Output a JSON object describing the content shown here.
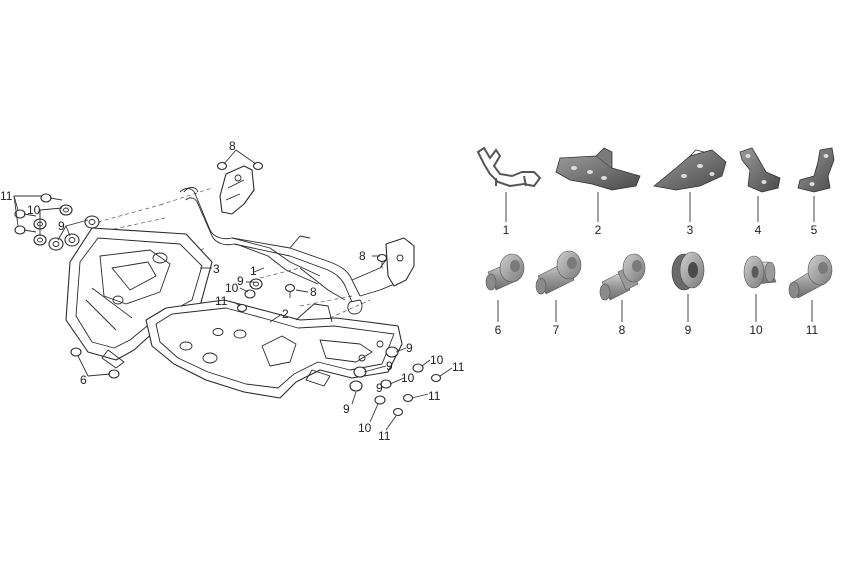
{
  "exploded_view": {
    "callouts": {
      "c8_top": "8",
      "c11_left": "11",
      "c10_left": "10",
      "c9_left": "9",
      "c3": "3",
      "c1": "1",
      "c9_mid": "9",
      "c10_mid": "10",
      "c8_mid": "8",
      "c11_mid": "11",
      "c2": "2",
      "c8_right": "8",
      "c6": "6",
      "c9_r1": "9",
      "c9_r2": "9",
      "c10_r1": "10",
      "c11_r1": "11",
      "c9_r3": "9",
      "c10_r2": "10",
      "c11_r2": "11",
      "c9_r4": "9",
      "c10_r3": "10",
      "c11_r3": "11"
    }
  },
  "parts_legend": [
    {
      "number": "1",
      "icon": "frame-bracket-icon"
    },
    {
      "number": "2",
      "icon": "skid-plate-center-icon"
    },
    {
      "number": "3",
      "icon": "skid-plate-side-icon"
    },
    {
      "number": "4",
      "icon": "mount-bracket-left-icon"
    },
    {
      "number": "5",
      "icon": "mount-bracket-right-icon"
    },
    {
      "number": "6",
      "icon": "flange-bolt-icon"
    },
    {
      "number": "7",
      "icon": "flange-bolt-icon"
    },
    {
      "number": "8",
      "icon": "shoulder-bolt-icon"
    },
    {
      "number": "9",
      "icon": "rubber-grommet-icon"
    },
    {
      "number": "10",
      "icon": "spacer-collar-icon"
    },
    {
      "number": "11",
      "icon": "button-head-bolt-icon"
    }
  ]
}
